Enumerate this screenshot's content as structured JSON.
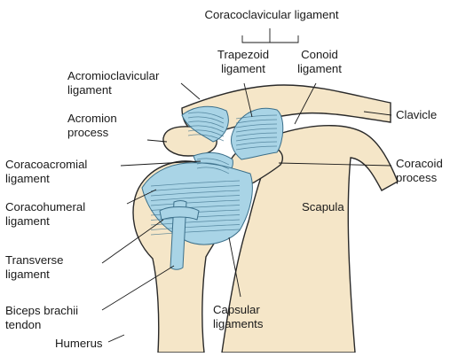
{
  "figure": {
    "colors": {
      "bone": "#f5e6c8",
      "bone_edge": "#2a2a2a",
      "ligament": "#a9d4e6",
      "ligament_line": "#3b6f8a",
      "leader": "#1a1a1a"
    },
    "labels": {
      "coracoclavicular": "Coracoclavicular ligament",
      "trapezoid": [
        "Trapezoid",
        "ligament"
      ],
      "conoid": [
        "Conoid",
        "ligament"
      ],
      "acromioclavicular": [
        "Acromioclavicular",
        "ligament"
      ],
      "acromion": [
        "Acromion",
        "process"
      ],
      "clavicle": "Clavicle",
      "coracoacromial": [
        "Coracoacromial",
        "ligament"
      ],
      "coracoid": [
        "Coracoid",
        "process"
      ],
      "coracohumeral": [
        "Coracohumeral",
        "ligament"
      ],
      "scapula": "Scapula",
      "transverse": [
        "Transverse",
        "ligament"
      ],
      "biceps": [
        "Biceps brachii",
        "tendon"
      ],
      "capsular": [
        "Capsular",
        "ligaments"
      ],
      "humerus": "Humerus"
    }
  }
}
